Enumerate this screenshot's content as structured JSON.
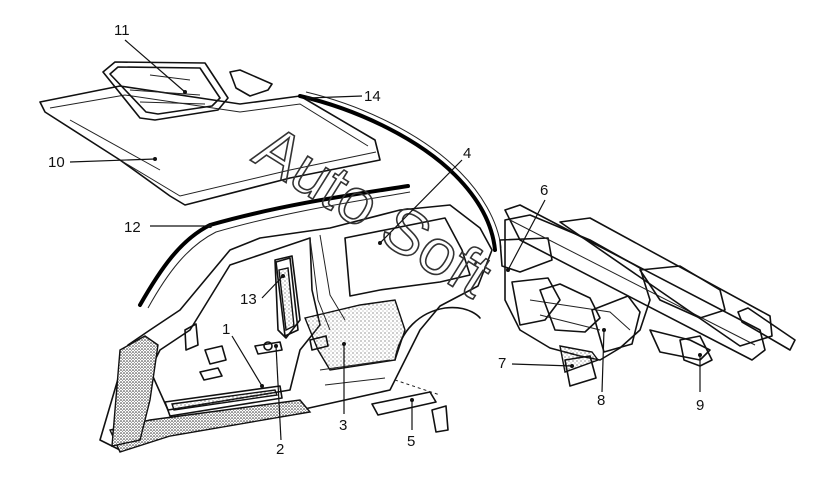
{
  "watermark": "Auto Soft",
  "callouts": [
    {
      "id": "1",
      "label": "1"
    },
    {
      "id": "2",
      "label": "2"
    },
    {
      "id": "3",
      "label": "3"
    },
    {
      "id": "4",
      "label": "4"
    },
    {
      "id": "5",
      "label": "5"
    },
    {
      "id": "6",
      "label": "6"
    },
    {
      "id": "7",
      "label": "7"
    },
    {
      "id": "8",
      "label": "8"
    },
    {
      "id": "9",
      "label": "9"
    },
    {
      "id": "10",
      "label": "10"
    },
    {
      "id": "11",
      "label": "11"
    },
    {
      "id": "12",
      "label": "12"
    },
    {
      "id": "13",
      "label": "13"
    },
    {
      "id": "14",
      "label": "14"
    }
  ]
}
